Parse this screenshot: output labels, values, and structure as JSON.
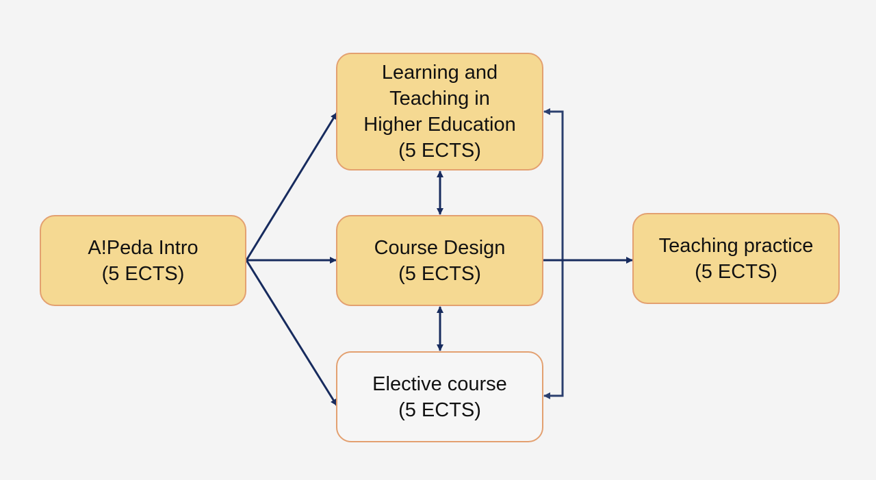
{
  "colors": {
    "background": "#f4f4f4",
    "node_fill": "#f5d992",
    "node_fill_plain": "#f6f6f6",
    "node_border": "#e3a070",
    "arrow": "#172b5e",
    "bracket": "#2b3f6e"
  },
  "nodes": {
    "intro": {
      "lines": [
        "A!Peda Intro",
        "(5 ECTS)"
      ]
    },
    "lthe": {
      "lines": [
        "Learning and",
        "Teaching in",
        "Higher Education",
        "(5 ECTS)"
      ]
    },
    "design": {
      "lines": [
        "Course Design",
        "(5 ECTS)"
      ]
    },
    "elective": {
      "lines": [
        "Elective course",
        "(5 ECTS)"
      ]
    },
    "practice": {
      "lines": [
        "Teaching practice",
        "(5 ECTS)"
      ]
    }
  },
  "edges": [
    {
      "from": "intro",
      "to": "lthe",
      "type": "directed"
    },
    {
      "from": "intro",
      "to": "design",
      "type": "directed"
    },
    {
      "from": "intro",
      "to": "elective",
      "type": "directed"
    },
    {
      "from": "lthe",
      "to": "design",
      "type": "bidirectional"
    },
    {
      "from": "design",
      "to": "elective",
      "type": "bidirectional"
    },
    {
      "from": "design",
      "to": "practice",
      "type": "directed"
    },
    {
      "from": "bracket",
      "to": "lthe",
      "type": "directed"
    },
    {
      "from": "bracket",
      "to": "elective",
      "type": "directed"
    }
  ]
}
